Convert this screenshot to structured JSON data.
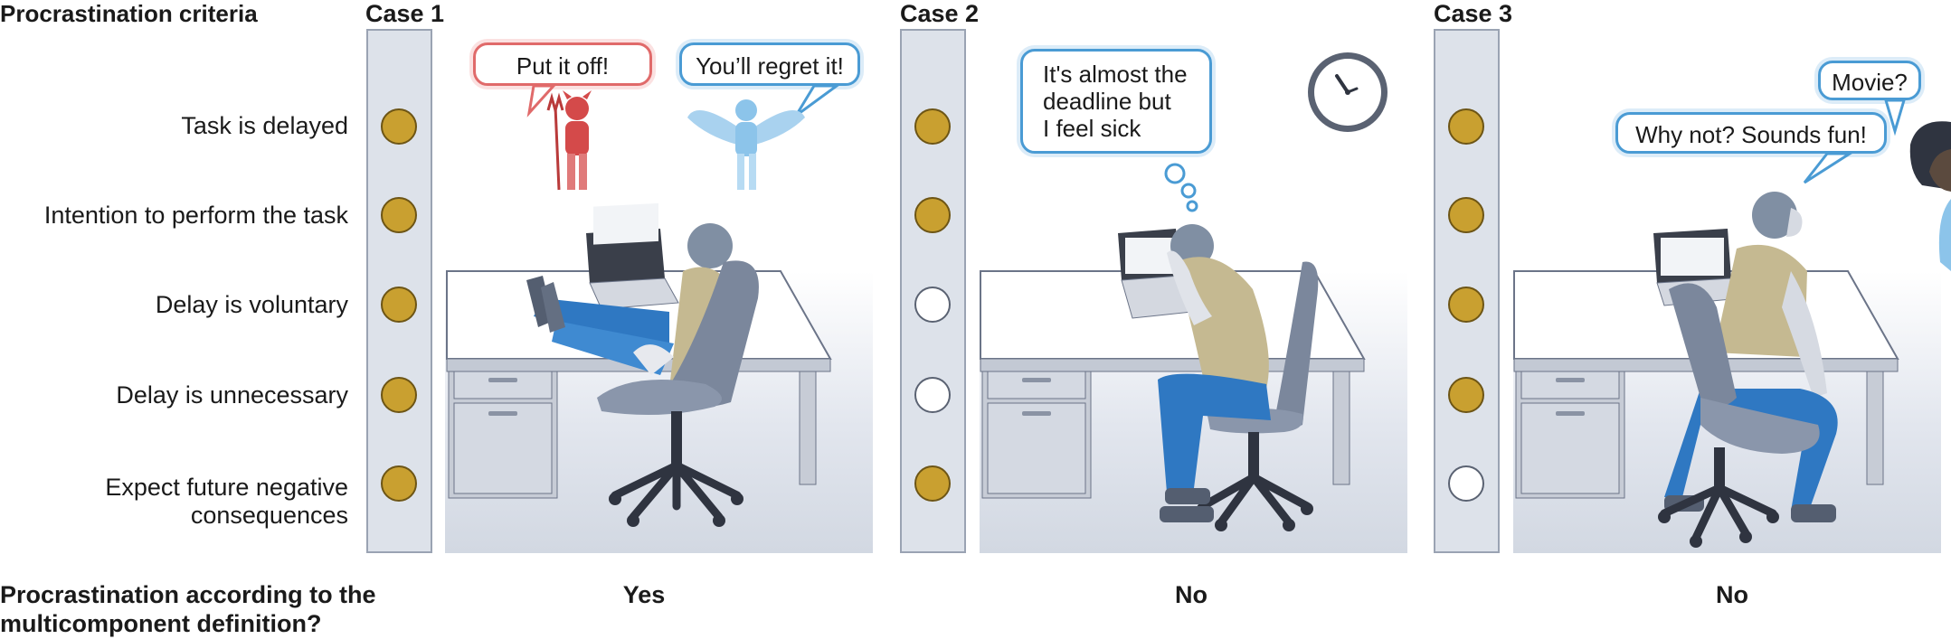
{
  "criteria_title": "Procrastination criteria",
  "criteria": [
    "Task is delayed",
    "Intention to perform the task",
    "Delay is voluntary",
    "Delay is unnecessary",
    "Expect future negative consequences"
  ],
  "criteria_lines": {
    "last_line1": "Expect future negative",
    "last_line2": "consequences"
  },
  "question": {
    "line1": "Procrastination according to the",
    "line2": "multicomponent definition?"
  },
  "cases": [
    {
      "title": "Case 1",
      "criteria_met": [
        true,
        true,
        true,
        true,
        true
      ],
      "verdict": "Yes",
      "bubbles": [
        "Put it off!",
        "You’ll regret it!"
      ]
    },
    {
      "title": "Case 2",
      "criteria_met": [
        true,
        true,
        false,
        false,
        true
      ],
      "verdict": "No",
      "thought": {
        "line1": "It's almost the",
        "line2": "deadline but",
        "line3": "I feel sick"
      }
    },
    {
      "title": "Case 3",
      "criteria_met": [
        true,
        true,
        true,
        true,
        false
      ],
      "verdict": "No",
      "bubbles": [
        "Movie?",
        "Why not? Sounds fun!"
      ]
    }
  ],
  "colors": {
    "met": "#c9a030",
    "not_met": "#ffffff",
    "column": "#dde2ea",
    "devil_bubble": "#e06a6a",
    "angel_bubble": "#4a9bd4"
  },
  "icons": [
    "devil-icon",
    "angel-icon",
    "laptop-icon",
    "clock-icon",
    "office-chair-icon",
    "desk-icon",
    "person-icon"
  ]
}
